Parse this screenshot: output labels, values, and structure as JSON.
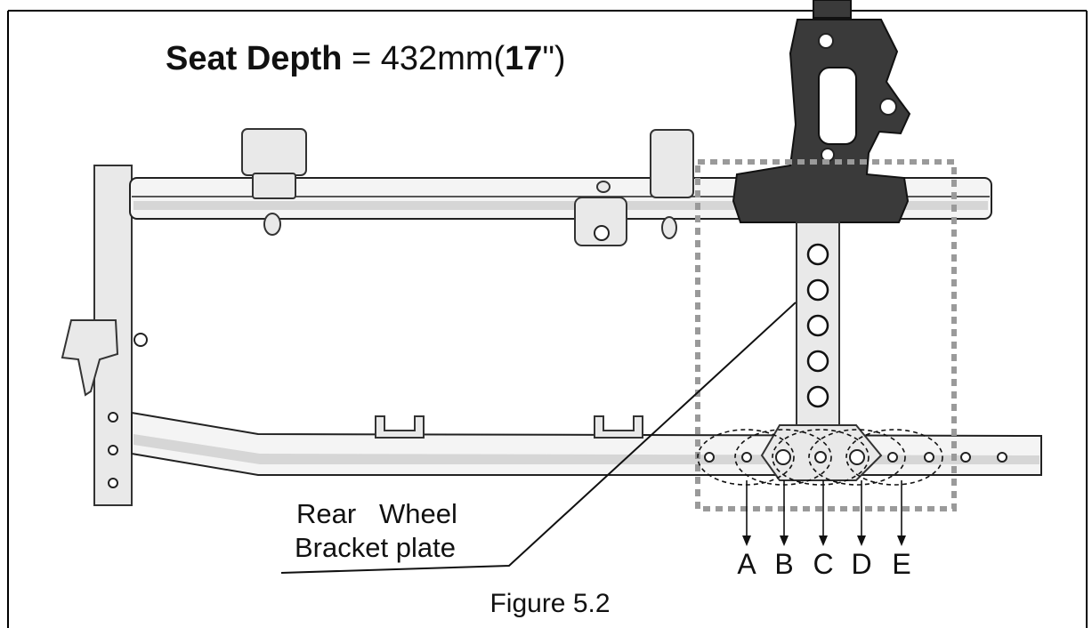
{
  "title": {
    "bold_part": "Seat Depth",
    "rest_part": " = 432mm(",
    "bold_value": "17",
    "close_part": "\")"
  },
  "callout": {
    "line1": "Rear   Wheel",
    "line2": "Bracket plate"
  },
  "positions": {
    "A": "A",
    "B": "B",
    "C": "C",
    "D": "D",
    "E": "E"
  },
  "caption": "Figure 5.2"
}
